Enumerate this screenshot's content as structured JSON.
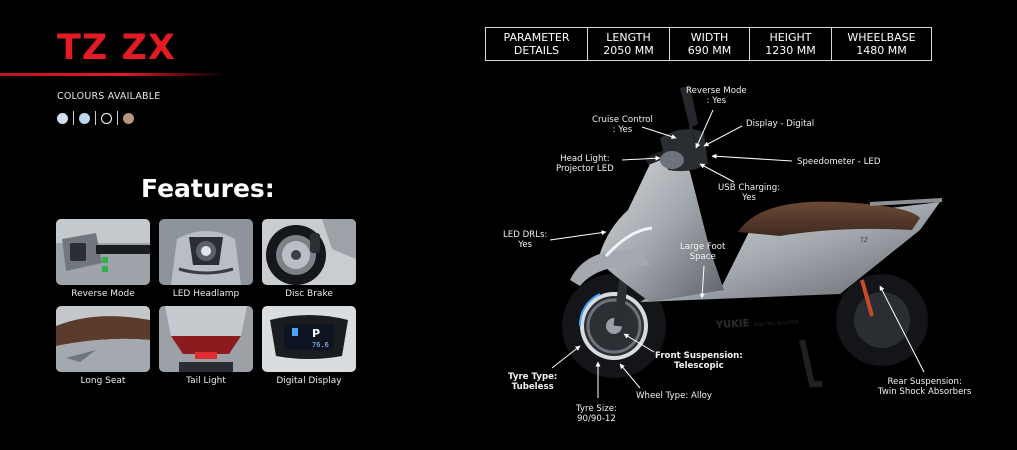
{
  "title": "TZ ZX",
  "colours_label": "COLOURS AVAILABLE",
  "colours": [
    "#cfe0f0",
    "#bcd6ee",
    "#000000",
    "#b99585"
  ],
  "features_heading": "Features:",
  "features": [
    {
      "label": "Reverse Mode"
    },
    {
      "label": "LED Headlamp"
    },
    {
      "label": "Disc Brake"
    },
    {
      "label": "Long Seat"
    },
    {
      "label": "Tail Light"
    },
    {
      "label": "Digital Display"
    }
  ],
  "display_readout": {
    "gear": "P",
    "value": "76.6"
  },
  "parameters": [
    {
      "line1": "PARAMETER",
      "line2": "DETAILS"
    },
    {
      "line1": "LENGTH",
      "line2": "2050 MM"
    },
    {
      "line1": "WIDTH",
      "line2": "690 MM"
    },
    {
      "line1": "HEIGHT",
      "line2": "1230 MM"
    },
    {
      "line1": "WHEELBASE",
      "line2": "1480 MM"
    }
  ],
  "callouts": {
    "reverse_mode": {
      "line1": "Reverse Mode",
      "line2": ": Yes"
    },
    "cruise_control": {
      "line1": "Cruise Control",
      "line2": ": Yes"
    },
    "display": {
      "line1": "Display - Digital"
    },
    "head_light": {
      "line1": "Head Light:",
      "line2": "Projector LED"
    },
    "speedometer": {
      "line1": "Speedometer - LED"
    },
    "usb_charging": {
      "line1": "USB Charging:",
      "line2": "Yes"
    },
    "led_drls": {
      "line1": "LED DRLs:",
      "line2": "Yes"
    },
    "large_foot_space": {
      "line1": "Large Foot",
      "line2": "Space"
    },
    "front_suspension": {
      "line1": "Front Suspension:",
      "line2": "Telescopic"
    },
    "tyre_type": {
      "line1": "Tyre Type:",
      "line2": "Tubeless"
    },
    "wheel_type": {
      "line1": "Wheel Type: Alloy"
    },
    "tyre_size": {
      "line1": "Tyre Size:",
      "line2": "90/90-12"
    },
    "rear_suspension": {
      "line1": "Rear Suspension:",
      "line2": "Twin Shock Absorbers"
    }
  },
  "scooter_badges": {
    "brand": "YUKIE",
    "sub": "ELECTRIC SCOOTER",
    "model": "TZ"
  }
}
